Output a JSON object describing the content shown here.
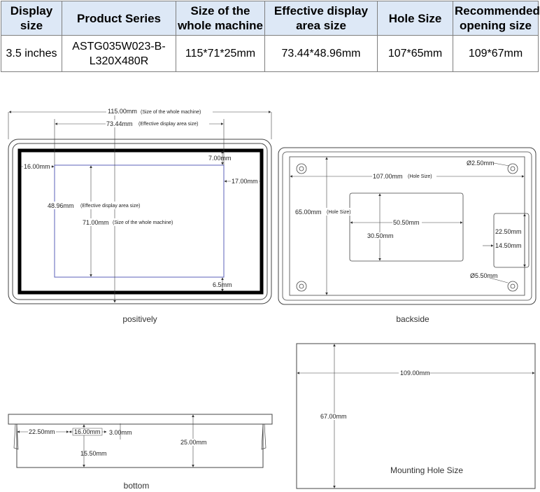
{
  "spec_table": {
    "headers": [
      "Display size",
      "Product Series",
      "Size of the whole machine",
      "Effective display area size",
      "Hole Size",
      "Recommended opening size"
    ],
    "row": [
      "3.5 inches",
      "ASTG035W023-B-L320X480R",
      "115*71*25mm",
      "73.44*48.96mm",
      "107*65mm",
      "109*67mm"
    ]
  },
  "front_view": {
    "caption": "positively",
    "dim_whole_width": "115.00mm",
    "dim_whole_width_note": "(Size of the whole machine)",
    "dim_display_width": "73.44mm",
    "dim_display_width_note": "(Effective display area size)",
    "dim_top": "7.00mm",
    "dim_left": "16.00mm",
    "dim_right": "17.00mm",
    "dim_display_height": "48.96mm",
    "dim_display_height_note": "(Effective display area size)",
    "dim_whole_height": "71.00mm",
    "dim_whole_height_note": "(Size of the whole machine)",
    "dim_bottom": "6.5mm"
  },
  "back_view": {
    "caption": "backside",
    "dim_small_hole": "Ø2.50mm",
    "dim_hole_width": "107.00mm",
    "dim_hole_width_note": "(Hole Size)",
    "dim_hole_height": "65.00mm",
    "dim_hole_height_note": "(Hole Size)",
    "dim_label_width": "50.50mm",
    "dim_label_height": "30.50mm",
    "dim_conn_height": "22.50mm",
    "dim_conn_width": "14.50mm",
    "dim_big_hole": "Ø5.50mm"
  },
  "bottom_view": {
    "caption": "bottom",
    "dim_a": "22.50mm",
    "dim_b": "16.00mm",
    "dim_c": "3.00mm",
    "dim_d": "15.50mm",
    "dim_depth": "25.00mm"
  },
  "mounting_view": {
    "caption": "Mounting Hole Size",
    "dim_width": "109.00mm",
    "dim_height": "67.00mm"
  }
}
